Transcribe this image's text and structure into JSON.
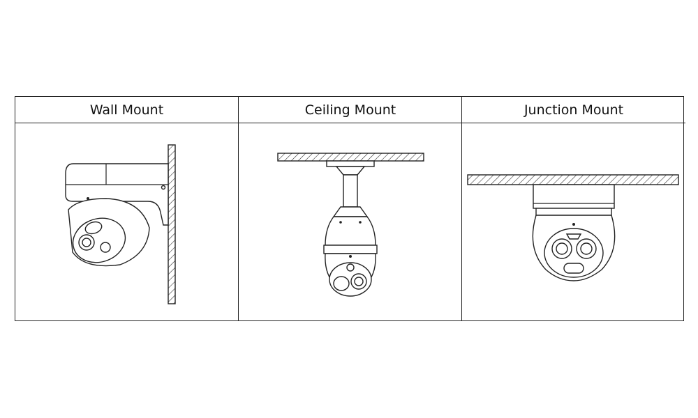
{
  "columns": [
    {
      "title": "Wall Mount"
    },
    {
      "title": "Ceiling Mount"
    },
    {
      "title": "Junction Mount"
    }
  ],
  "colors": {
    "line": "#222222",
    "background": "#ffffff"
  }
}
